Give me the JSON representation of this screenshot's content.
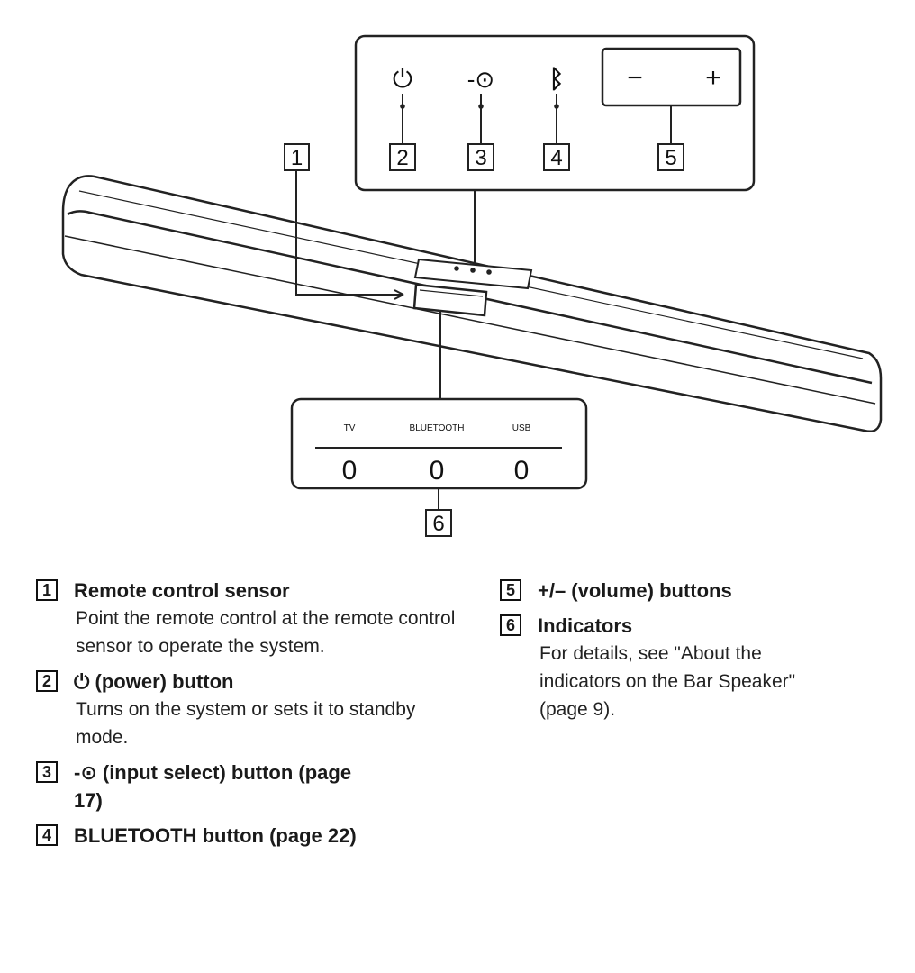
{
  "callouts": [
    "1",
    "2",
    "3",
    "4",
    "5",
    "6"
  ],
  "top_panel": {
    "power_symbol": "⏻",
    "input_symbol": "-⊙",
    "bluetooth_symbol": "ᛒ",
    "minus": "−",
    "plus": "+"
  },
  "indicator_panel": {
    "labels": [
      "TV",
      "BLUETOOTH",
      "USB"
    ],
    "lamp": "0"
  },
  "legend": {
    "left": [
      {
        "num": "1",
        "title": "Remote control sensor",
        "desc": "Point the remote control at the remote control sensor to operate the system."
      },
      {
        "num": "2",
        "title": "⏻ (power) button",
        "desc": "Turns on the system or sets it to standby mode."
      },
      {
        "num": "3",
        "title": "-⊙ (input select) button (page 17)",
        "desc": ""
      },
      {
        "num": "4",
        "title": "BLUETOOTH button (page 22)",
        "desc": ""
      }
    ],
    "right": [
      {
        "num": "5",
        "title": "+/– (volume) buttons",
        "desc": ""
      },
      {
        "num": "6",
        "title": "Indicators",
        "desc": "For details, see \"About the indicators on the Bar Speaker\" (page 9)."
      }
    ]
  }
}
